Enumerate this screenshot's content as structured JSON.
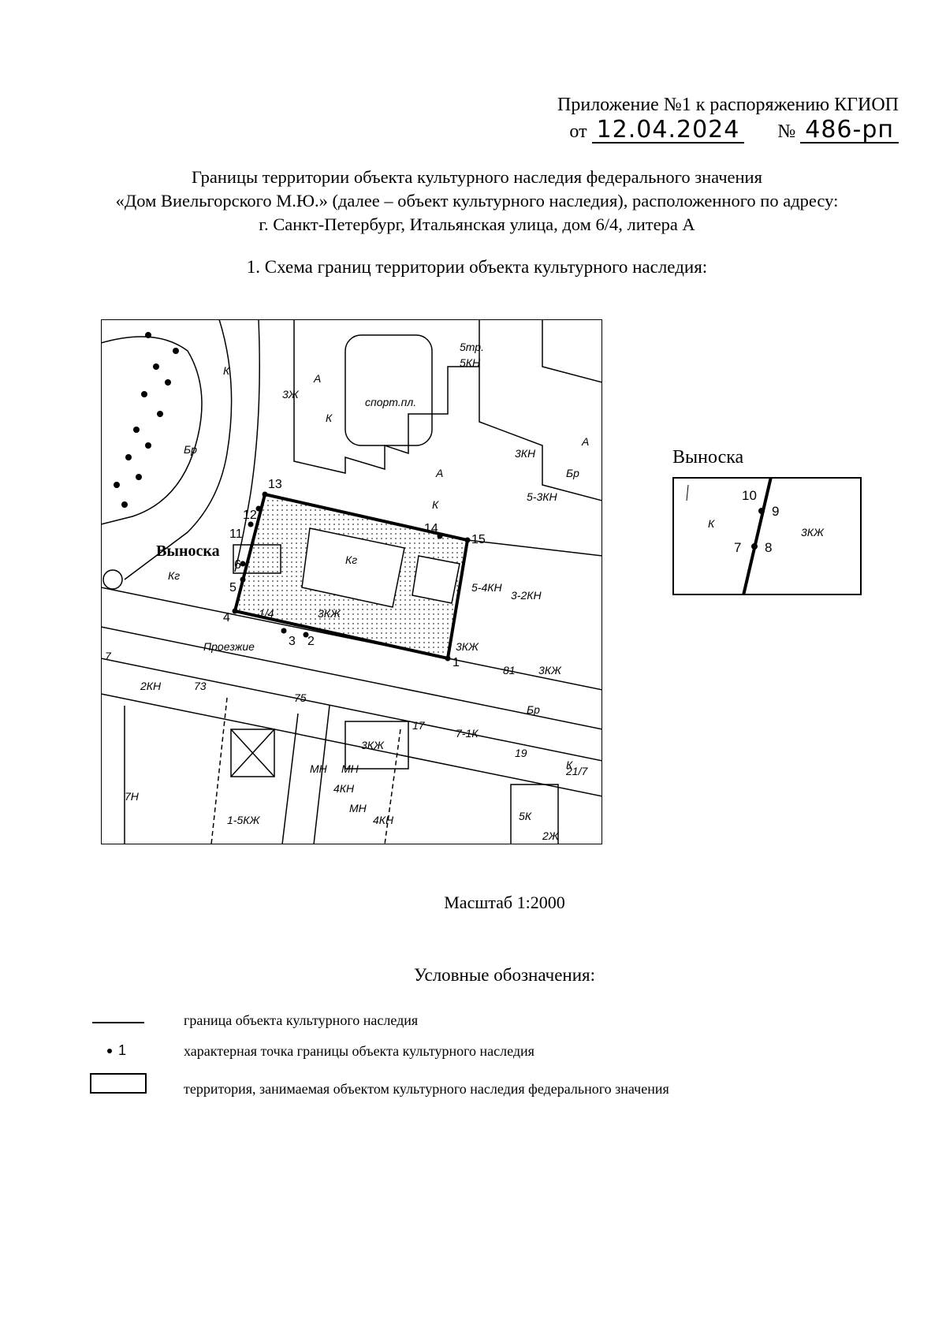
{
  "header": {
    "line1": "Приложение №1 к распоряжению КГИОП",
    "date_prefix": "от",
    "date_value": "12.04.2024",
    "number_prefix": "№",
    "number_value": "486-рп"
  },
  "title": {
    "line1": "Границы территории объекта культурного наследия федерального значения",
    "line2": "«Дом Виельгорского М.Ю.» (далее – объект культурного наследия), расположенного по адресу:",
    "line3": "г. Санкт-Петербург, Итальянская улица, дом 6/4, литера А"
  },
  "section": "1.   Схема границ территории объекта культурного наследия:",
  "map": {
    "callout_label": "Выноска",
    "points": [
      "1",
      "2",
      "3",
      "4",
      "5",
      "6",
      "11",
      "12",
      "13",
      "14",
      "15"
    ],
    "labels": [
      "Кг",
      "3КЖ",
      "5-4КН",
      "3-2КН",
      "3КЖ",
      "3КЖ",
      "2КН",
      "3КЖ",
      "7Н",
      "1-5КЖ",
      "4КН",
      "4КН",
      "МН",
      "МН",
      "МН",
      "5К",
      "2Ж",
      "5-3КН",
      "3КН",
      "3Ж",
      "Бр",
      "Бр",
      "Бр",
      "спорт.пл.",
      "7-1К",
      "5тр.",
      "5КН",
      "А",
      "А",
      "А",
      "К",
      "К",
      "К",
      "К",
      "Кг",
      "Проезжие",
      "1/4",
      "73",
      "75",
      "17",
      "19",
      "21/7",
      "81",
      "7"
    ]
  },
  "callout": {
    "title": "Выноска",
    "points": [
      "10",
      "9",
      "7",
      "8"
    ],
    "labels": [
      "К",
      "3КЖ"
    ]
  },
  "scale": "Масштаб 1:2000",
  "legend": {
    "title": "Условные обозначения:",
    "items": [
      {
        "symbol": "line",
        "text": "граница объекта культурного наследия"
      },
      {
        "symbol": "point",
        "symbol_label": "1",
        "text": "характерная точка границы объекта культурного наследия"
      },
      {
        "symbol": "box",
        "text": "территория, занимаемая объектом культурного наследия федерального значения"
      }
    ]
  }
}
